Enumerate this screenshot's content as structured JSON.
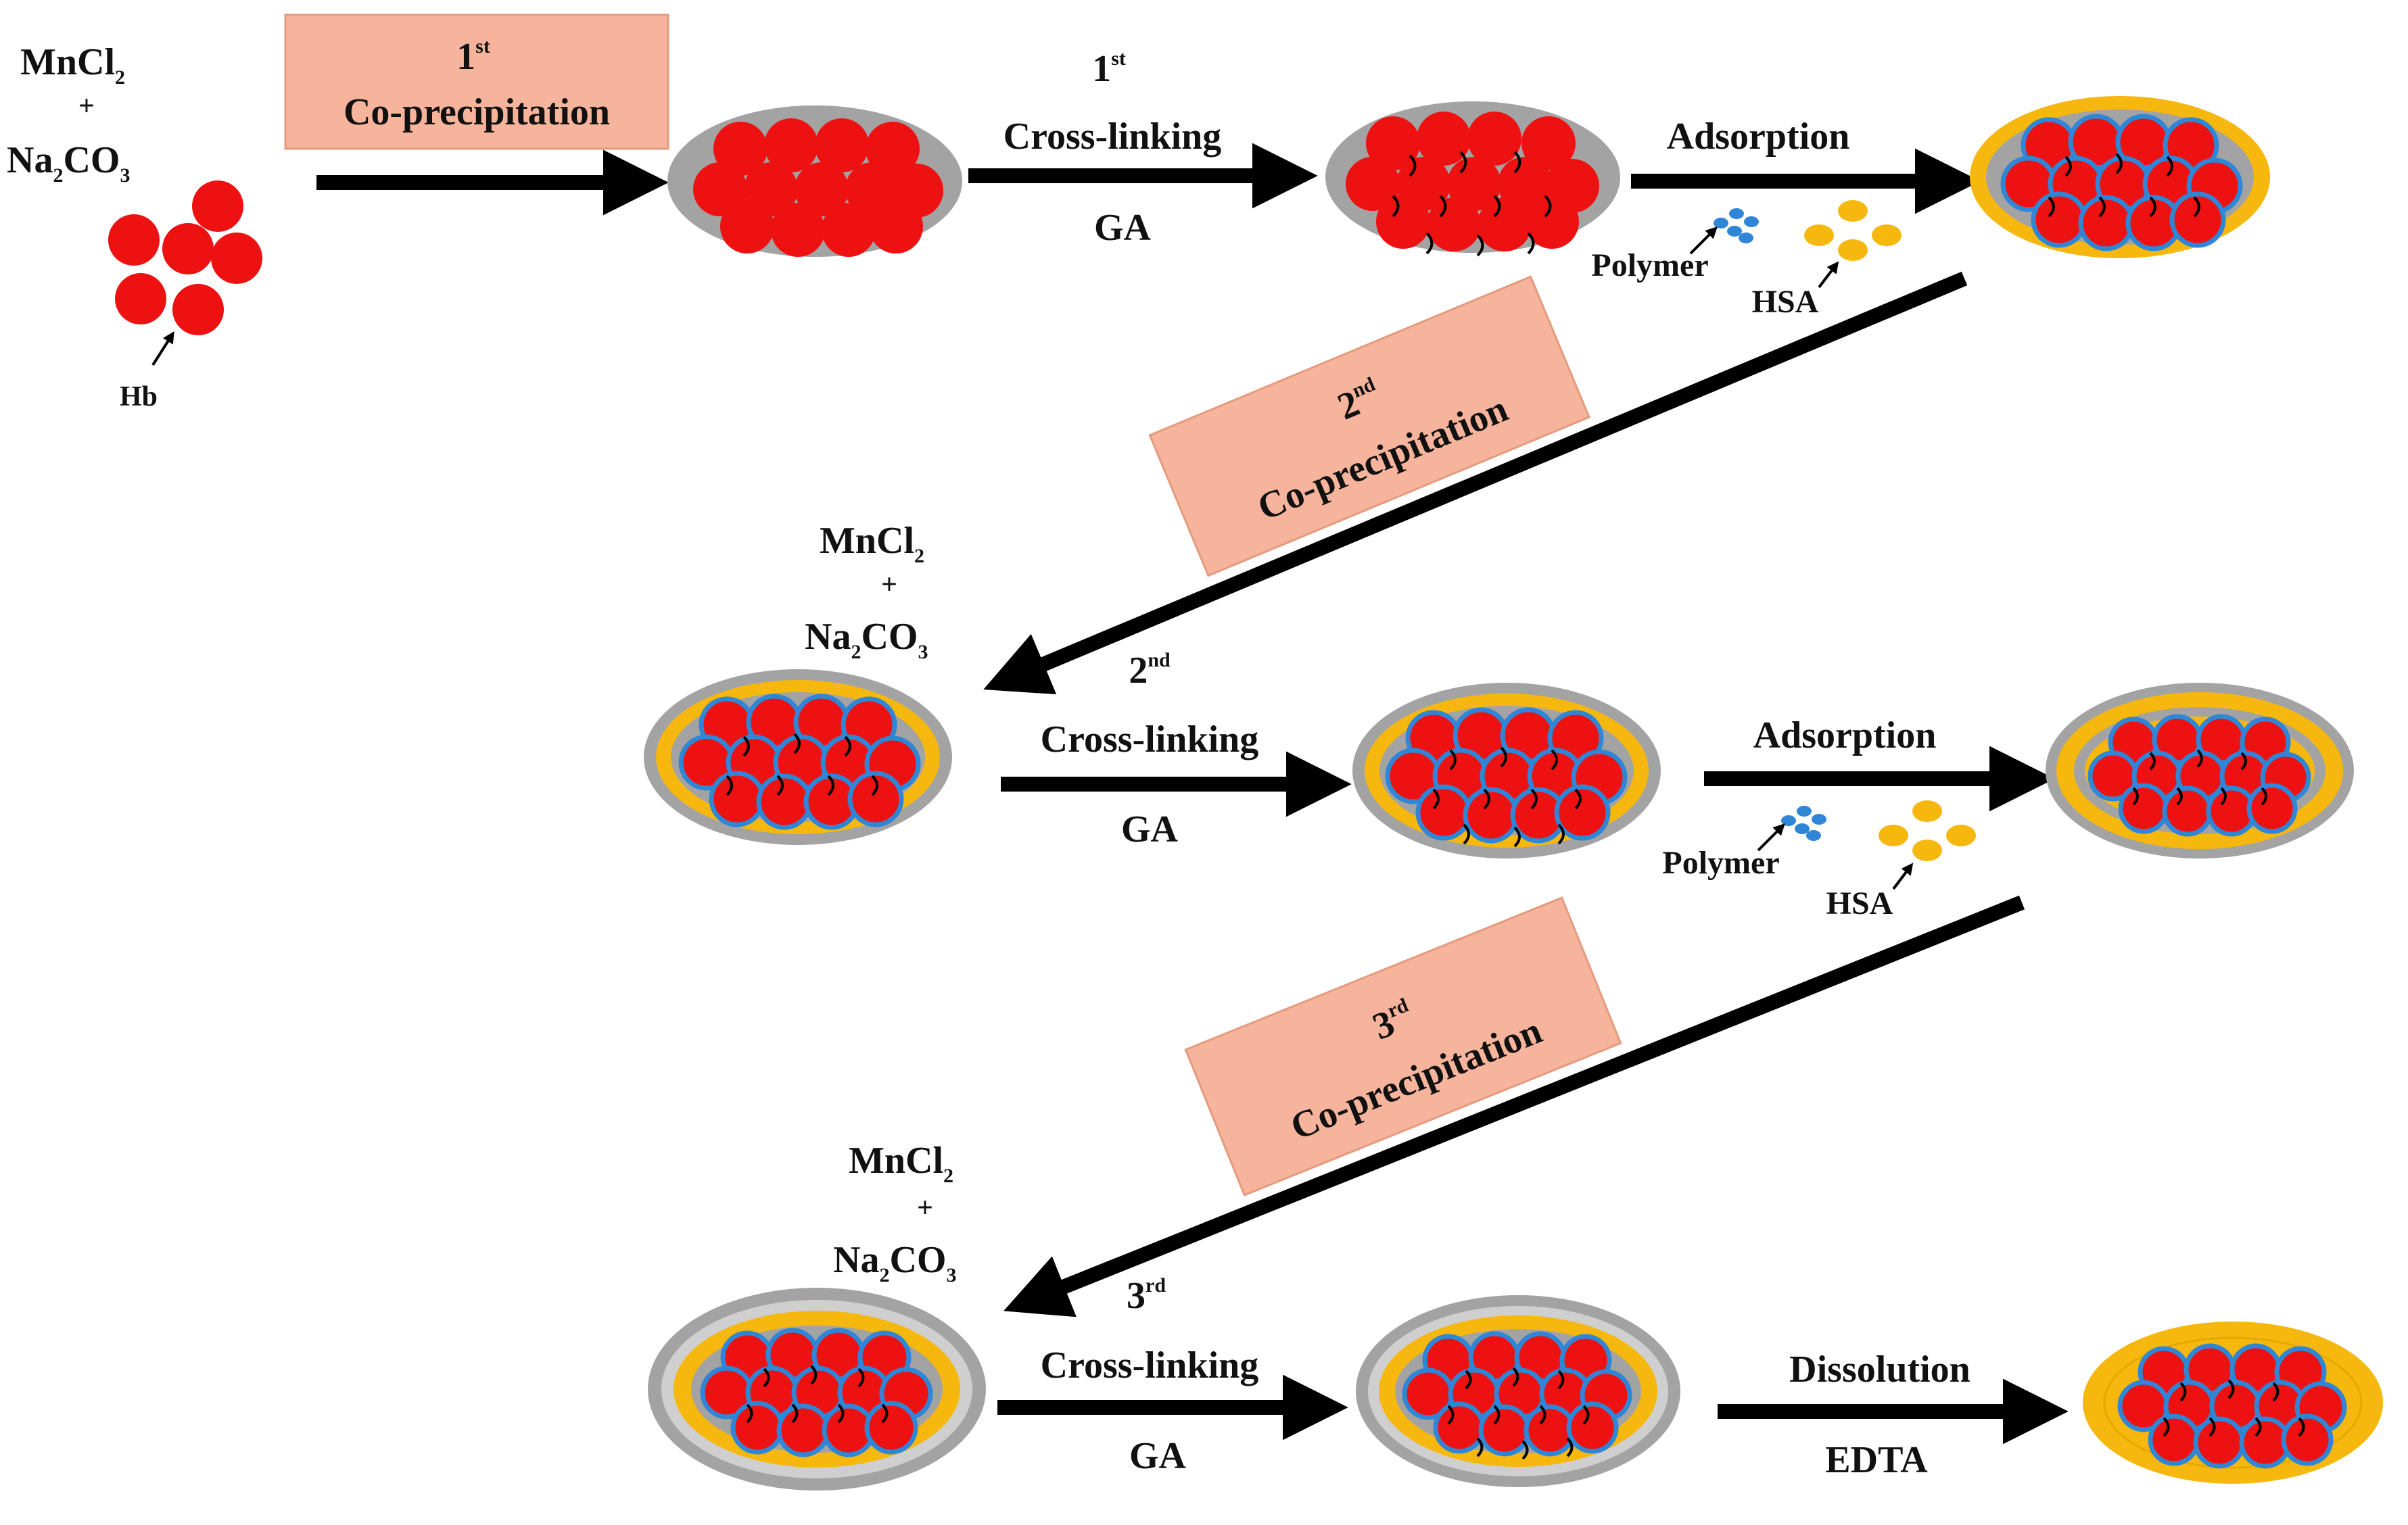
{
  "colors": {
    "hb": "#ee1111",
    "box_fill": "#f7b49c",
    "box_stroke": "#e59a7e",
    "shell_gray": "#a3a3a3",
    "hsa_yellow": "#f6b80e",
    "polymer_blue": "#2f86d6",
    "arrow": "#000000"
  },
  "reagents": {
    "mncl2": {
      "base": "MnCl",
      "sub": "2"
    },
    "plus": "+",
    "na2co3": {
      "a": "Na",
      "sub1": "2",
      "b": "CO",
      "sub2": "3"
    }
  },
  "molecules": {
    "hb": "Hb",
    "polymer": "Polymer",
    "hsa": "HSA"
  },
  "steps": {
    "coprecip_1": {
      "ordinal": "1",
      "suffix": "st",
      "label": "Co-precipitation"
    },
    "coprecip_2": {
      "ordinal": "2",
      "suffix": "nd",
      "label": "Co-precipitation"
    },
    "coprecip_3": {
      "ordinal": "3",
      "suffix": "rd",
      "label": "Co-precipitation"
    },
    "crosslink_1": {
      "ordinal": "1",
      "suffix": "st",
      "label": "Cross-linking",
      "agent": "GA"
    },
    "crosslink_2": {
      "ordinal": "2",
      "suffix": "nd",
      "label": "Cross-linking",
      "agent": "GA"
    },
    "crosslink_3": {
      "ordinal": "3",
      "suffix": "rd",
      "label": "Cross-linking",
      "agent": "GA"
    },
    "adsorption": "Adsorption",
    "dissolution": {
      "label": "Dissolution",
      "agent": "EDTA"
    }
  }
}
